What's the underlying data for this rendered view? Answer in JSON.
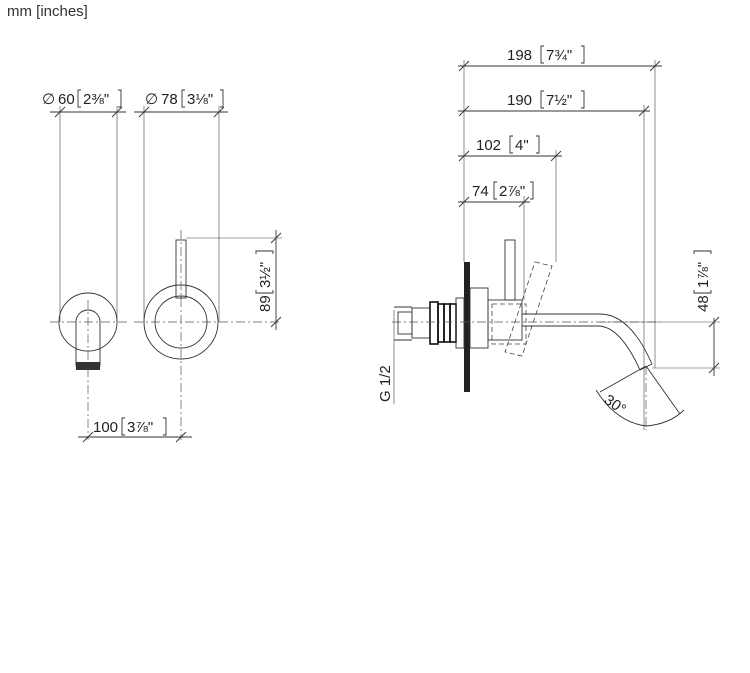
{
  "unit_label": "mm [inches]",
  "dimensions": {
    "d60": {
      "mm": "60",
      "inch": "2⅜\"",
      "prefix": "∅"
    },
    "d78": {
      "mm": "78",
      "inch": "3⅛\"",
      "prefix": "∅"
    },
    "w100": {
      "mm": "100",
      "inch": "3⅞\""
    },
    "h89": {
      "mm": "89",
      "inch": "3½\""
    },
    "w198": {
      "mm": "198",
      "inch": "7¾\""
    },
    "w190": {
      "mm": "190",
      "inch": "7½\""
    },
    "w102": {
      "mm": "102",
      "inch": "4\""
    },
    "w74": {
      "mm": "74",
      "inch": "2⅞\""
    },
    "h48": {
      "mm": "48",
      "inch": "1⅞\""
    },
    "thread": "G 1/2",
    "angle": "30°"
  }
}
